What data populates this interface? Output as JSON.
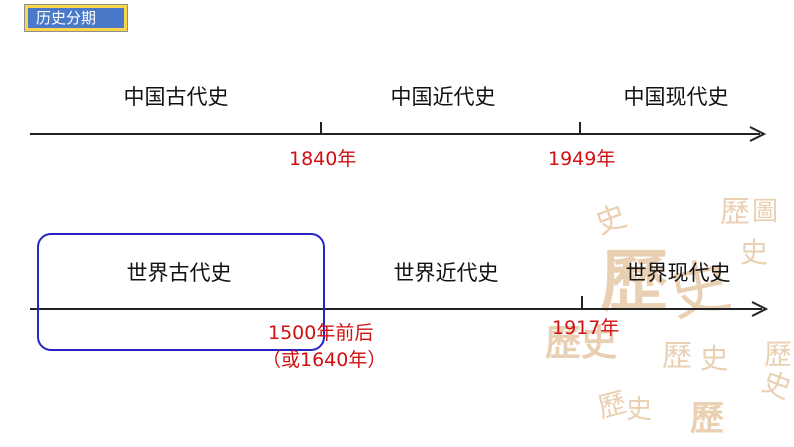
{
  "header": {
    "tag_label": "历史分期"
  },
  "timelines": [
    {
      "periods": [
        "中国古代史",
        "中国近代史",
        "中国现代史"
      ],
      "dividers": [
        {
          "label": "1840年"
        },
        {
          "label": "1949年"
        }
      ]
    },
    {
      "periods": [
        "世界古代史",
        "世界近代史",
        "世界现代史"
      ],
      "dividers": [
        {
          "label": "1500年前后",
          "note": "（或1640年）"
        },
        {
          "label": "1917年"
        }
      ]
    }
  ],
  "decoration": {
    "watermark_glyphs": [
      "歷",
      "史",
      "歷史",
      "史",
      "歷",
      "史",
      "歷",
      "史",
      "圖",
      "歷",
      "史",
      "歷"
    ],
    "watermark_color": "#e7c8a6",
    "line_color": "#222222",
    "highlight_color": "#2525c8",
    "year_color": "#d01010"
  }
}
